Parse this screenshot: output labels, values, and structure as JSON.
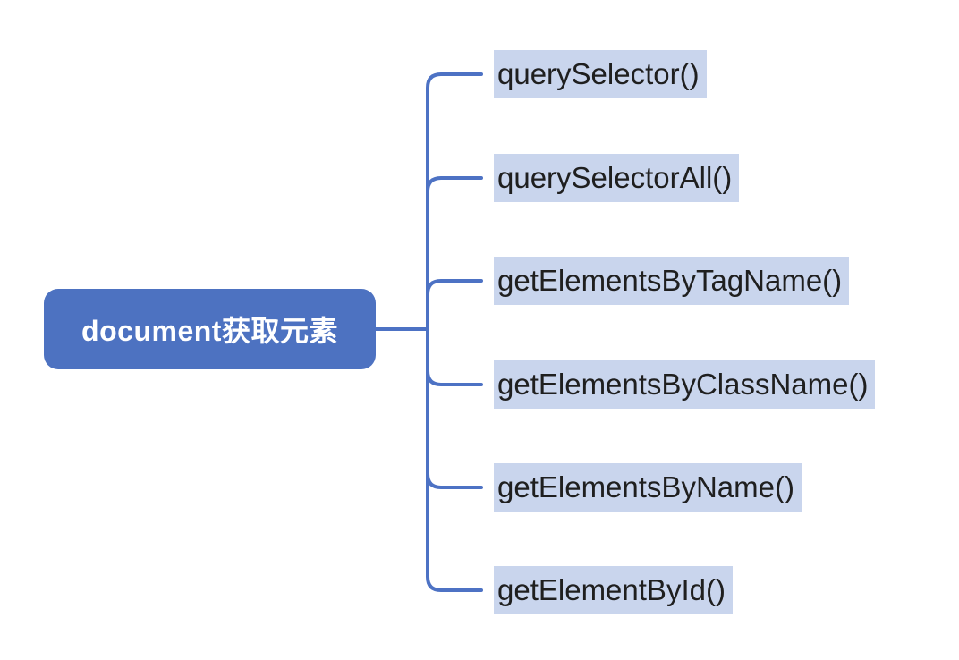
{
  "diagram": {
    "type": "mindmap",
    "root": {
      "label": "document获取元素"
    },
    "branches": [
      {
        "label": "querySelector()"
      },
      {
        "label": "querySelectorAll()"
      },
      {
        "label": "getElementsByTagName()"
      },
      {
        "label": "getElementsByClassName()"
      },
      {
        "label": "getElementsByName()"
      },
      {
        "label": "getElementById()"
      }
    ]
  },
  "colors": {
    "canvas_bg": "#ffffff",
    "node_fill": "#4d72c1",
    "node_text": "#ffffff",
    "line": "#4d72c4",
    "branch_bg": "#c9d5ed",
    "branch_text": "#1f1f1f"
  }
}
